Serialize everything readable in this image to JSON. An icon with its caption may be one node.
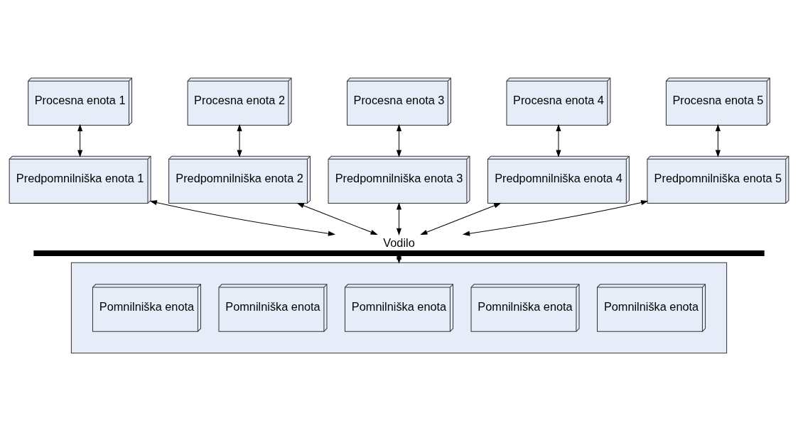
{
  "diagram": {
    "nodes": [
      {
        "text": [
          "Procesna enota 1"
        ]
      },
      {
        "text": [
          "Procesna enota 2"
        ]
      },
      {
        "text": [
          "Procesna enota 3"
        ]
      },
      {
        "text": [
          "Procesna enota 4"
        ]
      },
      {
        "text": [
          "Procesna enota 5"
        ]
      },
      {
        "text": [
          "Predpomnilniška enota 1"
        ]
      },
      {
        "text": [
          "Predpomnilniška enota 2"
        ]
      },
      {
        "text": [
          "Predpomnilniška enota 3"
        ]
      },
      {
        "text": [
          "Predpomnilniška enota 4"
        ]
      },
      {
        "text": [
          "Predpomnilniška enota 5"
        ]
      },
      {
        "text": [
          "Vodilo"
        ]
      },
      {
        "text": [],
        "shape": "box"
      },
      {
        "text": [
          "Pomnilniška enota"
        ],
        "in": 11
      },
      {
        "text": [
          "Pomnilniška enota"
        ],
        "in": 11
      },
      {
        "text": [
          "Pomnilniška enota"
        ],
        "in": 11
      },
      {
        "text": [
          "Pomnilniška enota"
        ],
        "in": 11
      },
      {
        "text": [
          "Pomnilniška enota"
        ],
        "in": 11
      }
    ],
    "edges": [
      {
        "from": 0,
        "to": 5,
        "arrow": "both"
      },
      {
        "from": 1,
        "to": 6,
        "arrow": "both"
      },
      {
        "from": 2,
        "to": 7,
        "arrow": "both"
      },
      {
        "from": 3,
        "to": 8,
        "arrow": "both"
      },
      {
        "from": 4,
        "to": 9,
        "arrow": "both"
      },
      {
        "from": 5,
        "to": 10,
        "arrow": "both"
      },
      {
        "from": 6,
        "to": 10,
        "arrow": "both"
      },
      {
        "from": 7,
        "to": 10,
        "arrow": "both"
      },
      {
        "from": 8,
        "to": 10,
        "arrow": "both"
      },
      {
        "from": 9,
        "to": 10,
        "arrow": "both"
      },
      {
        "from": 10,
        "to": 11,
        "arrow": "both"
      }
    ]
  }
}
